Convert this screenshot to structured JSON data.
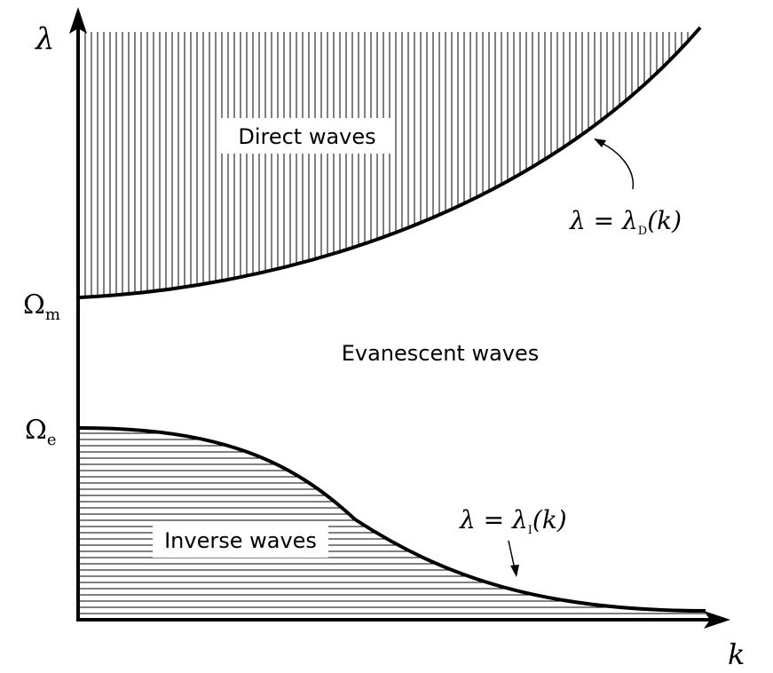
{
  "axes": {
    "y_symbol": "λ",
    "x_symbol": "k"
  },
  "levels": {
    "omega_m": {
      "base": "Ω",
      "sub": "m"
    },
    "omega_e": {
      "base": "Ω",
      "sub": "e"
    }
  },
  "regions": {
    "direct": "Direct waves",
    "evanescent": "Evanescent waves",
    "inverse": "Inverse waves"
  },
  "curves": {
    "direct": {
      "lhs": "λ = λ",
      "sub": "D",
      "arg": "(k)"
    },
    "inverse": {
      "lhs": "λ = λ",
      "sub": "I",
      "arg": "(k)"
    }
  },
  "colors": {
    "ink": "#000000",
    "background": "#ffffff"
  }
}
